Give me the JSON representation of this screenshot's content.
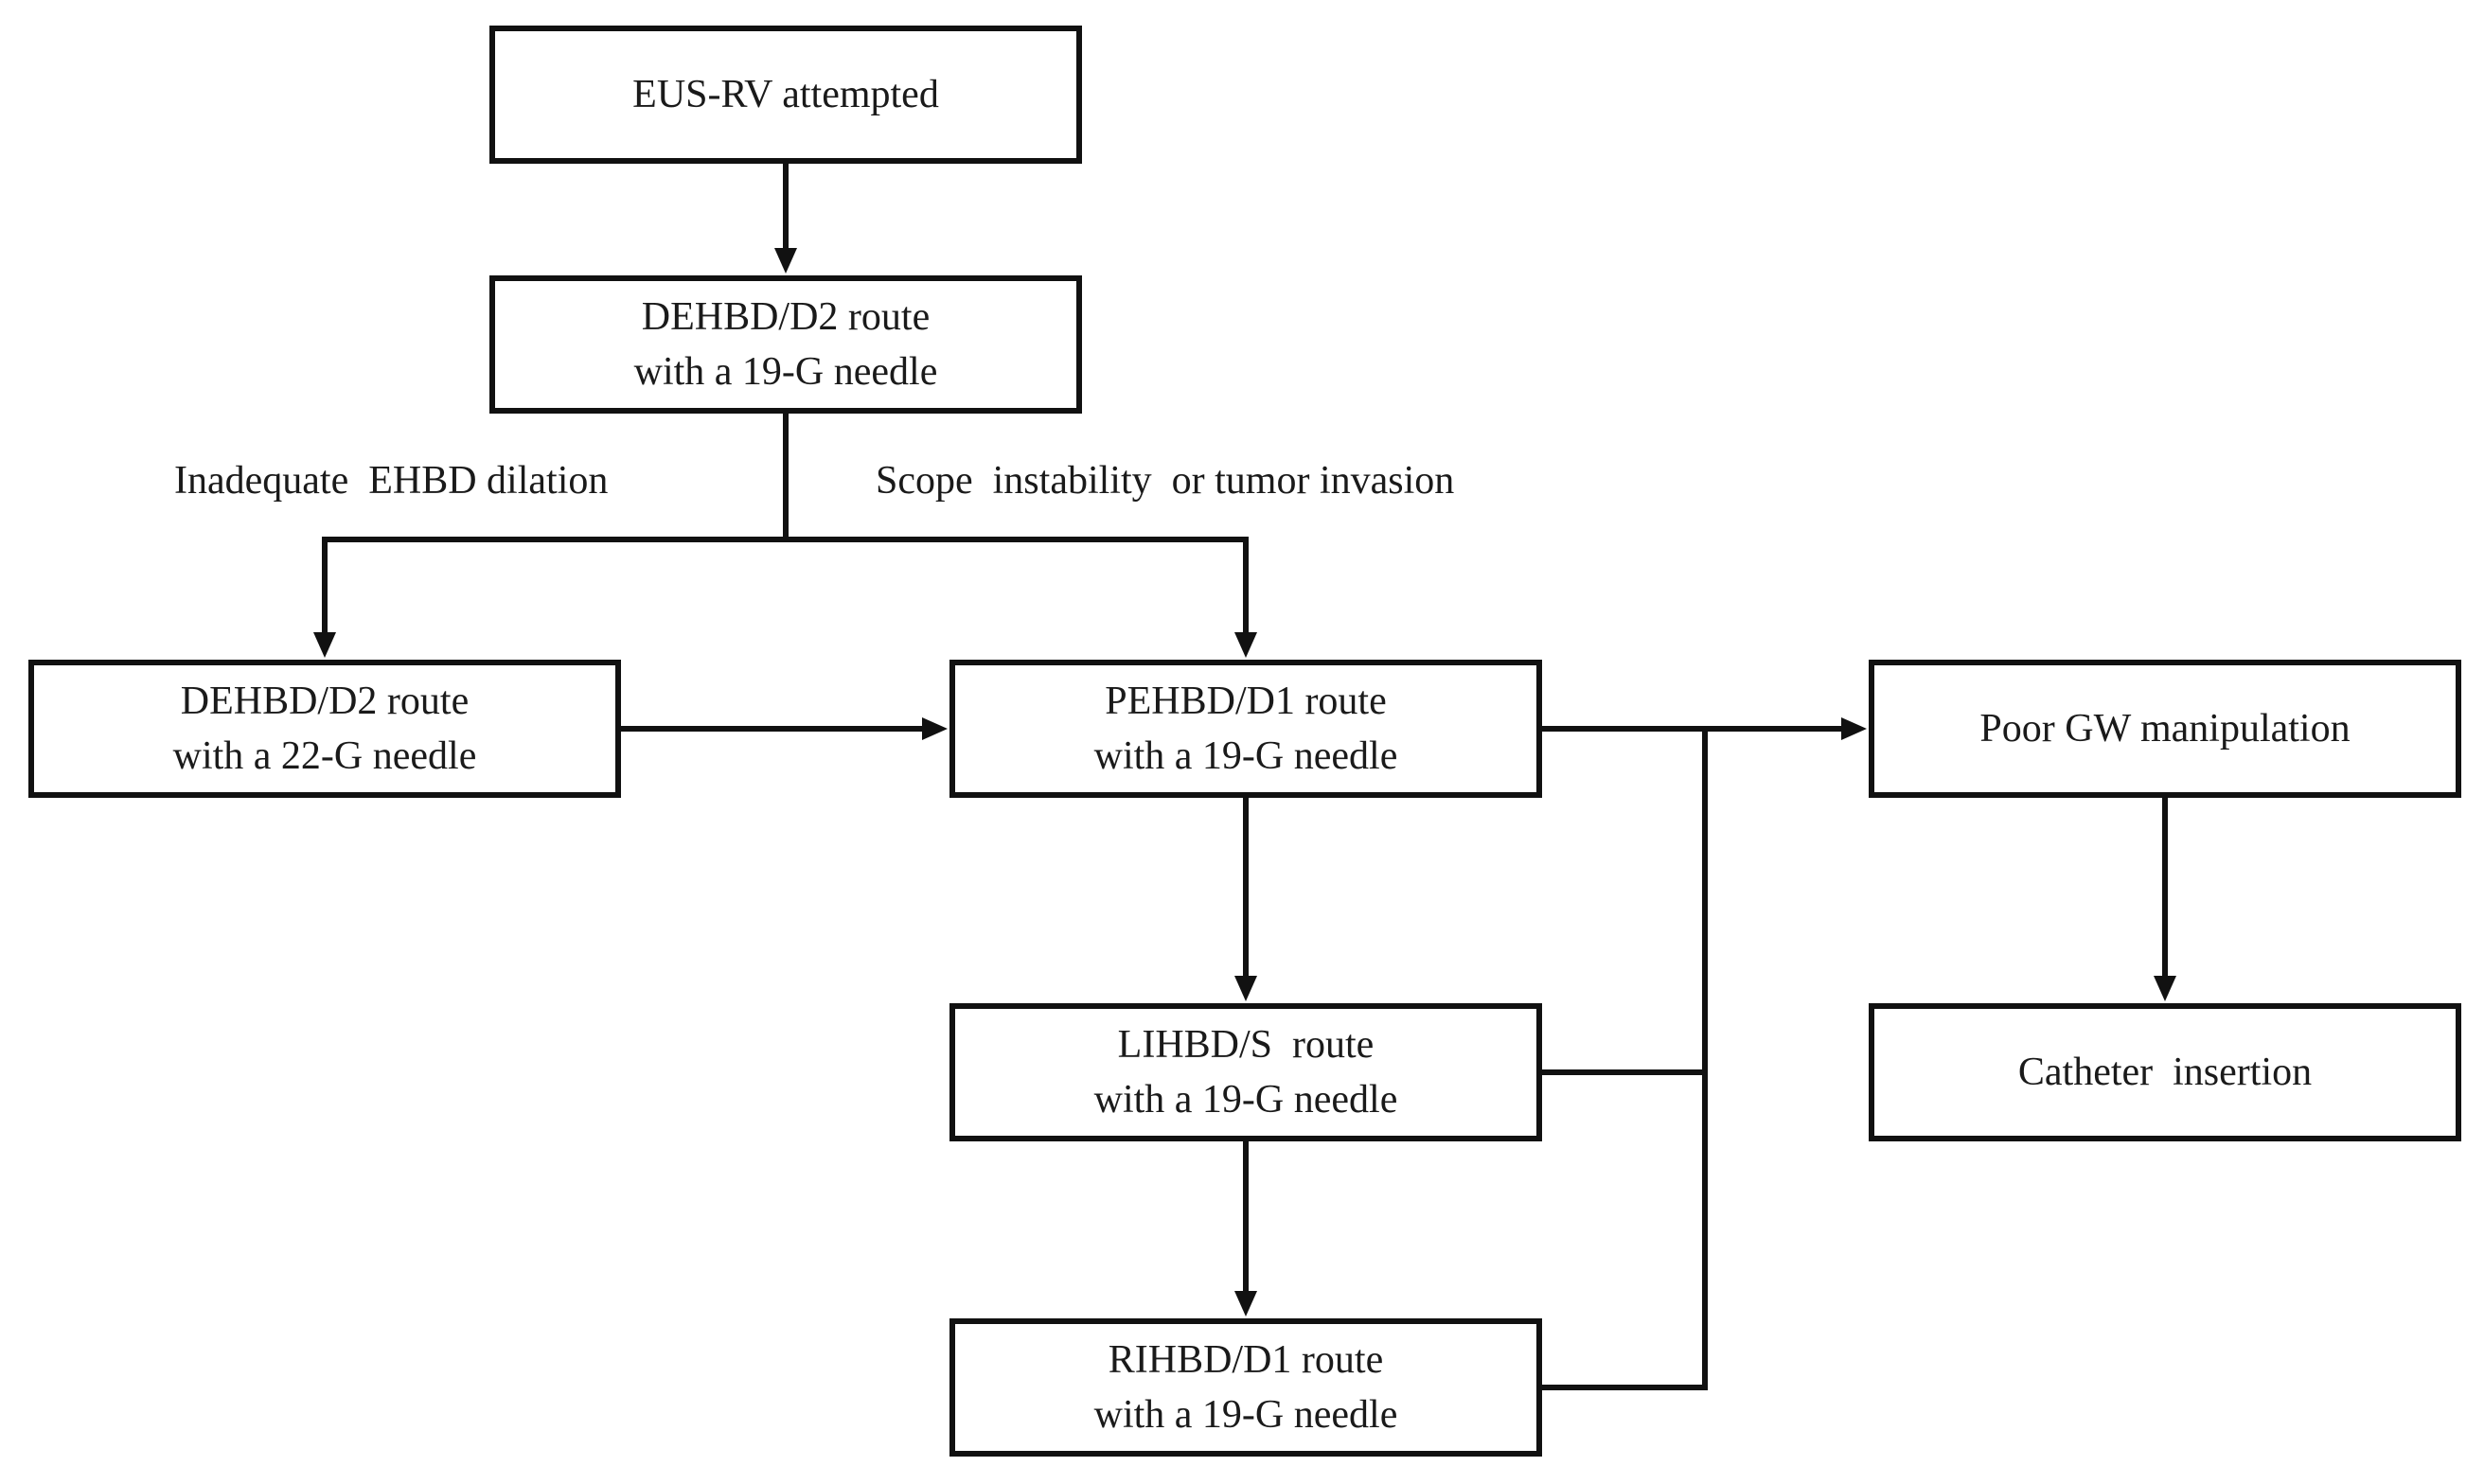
{
  "nodes": {
    "eus_rv": {
      "lines": [
        "EUS-RV attempted"
      ]
    },
    "dehbd_d2_19g": {
      "lines": [
        "DEHBD/D2 route",
        "with a 19-G needle"
      ]
    },
    "dehbd_d2_22g": {
      "lines": [
        "DEHBD/D2 route",
        "with a 22-G needle"
      ]
    },
    "pehbd_d1_19g": {
      "lines": [
        "PEHBD/D1 route",
        "with a 19-G needle"
      ]
    },
    "lihbd_s_19g": {
      "lines": [
        "LIHBD/S  route",
        "with a 19-G needle"
      ]
    },
    "rihbd_d1_19g": {
      "lines": [
        "RIHBD/D1 route",
        "with a 19-G needle"
      ]
    },
    "poor_gw": {
      "lines": [
        "Poor GW manipulation"
      ]
    },
    "catheter": {
      "lines": [
        "Catheter  insertion"
      ]
    }
  },
  "edge_labels": {
    "left_branch": "Inadequate  EHBD dilation",
    "right_branch": "Scope  instability  or tumor invasion"
  },
  "colors": {
    "stroke": "#111111",
    "text": "#1a1a1a",
    "background": "#ffffff"
  }
}
